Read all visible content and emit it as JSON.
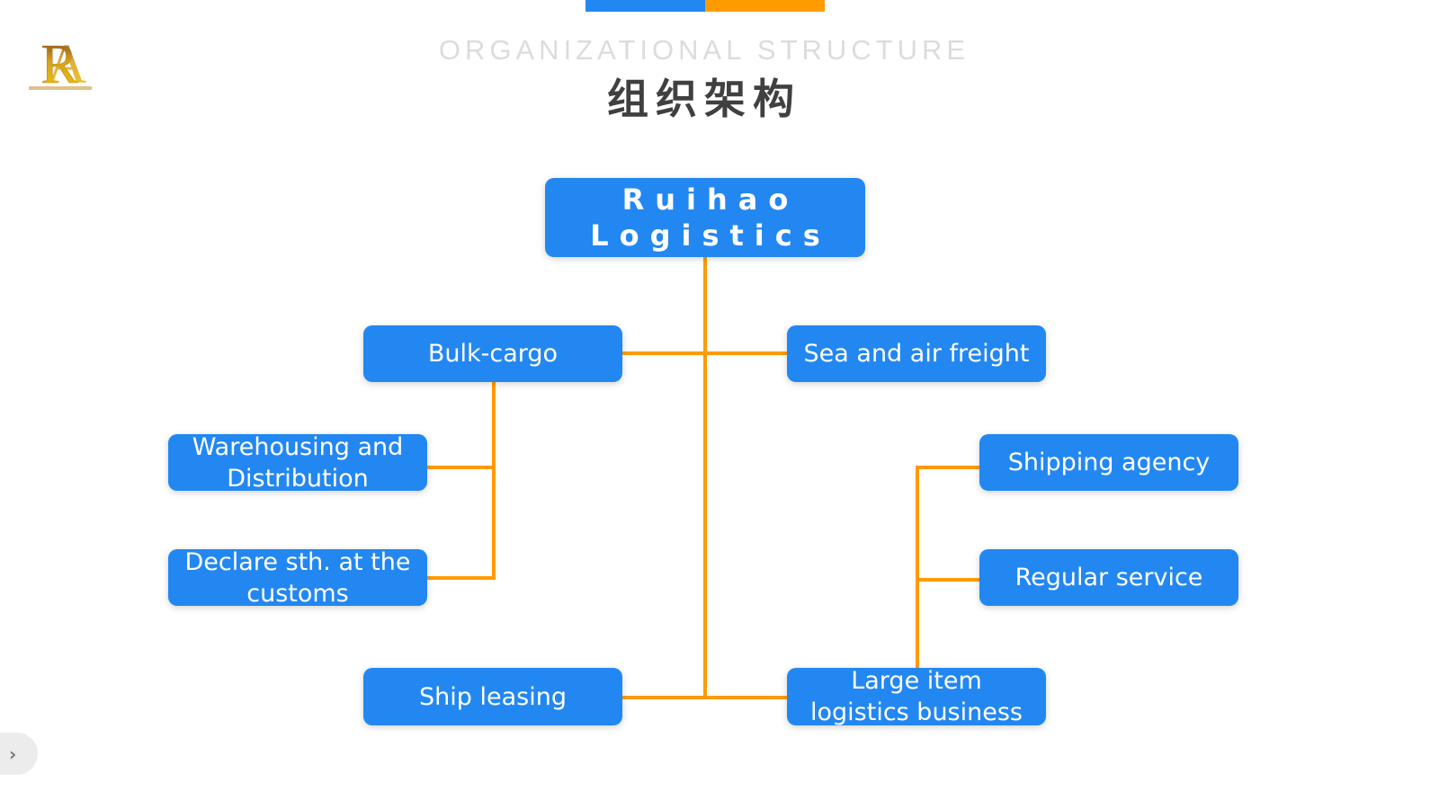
{
  "header": {
    "subtitle": "ORGANIZATIONAL STRUCTURE",
    "title": "组织架构",
    "logo_icon": "ra-monogram-logo",
    "accent_colors": {
      "blue": "#2387F2",
      "orange": "#FF9B00"
    }
  },
  "org_chart": {
    "root": {
      "line1": "Ruihao",
      "line2": "Logistics"
    },
    "branches": {
      "bulk_cargo": "Bulk-cargo",
      "sea_air": "Sea and air freight",
      "warehousing": {
        "line1": "Warehousing and",
        "line2": "Distribution"
      },
      "declare": {
        "line1": "Declare sth. at the",
        "line2": "customs"
      },
      "shipping_agency": "Shipping agency",
      "regular_service": "Regular service",
      "ship_leasing": "Ship leasing",
      "large_item": {
        "line1": "Large item",
        "line2": "logistics business"
      }
    },
    "node_color": "#2387F2",
    "connector_color": "#FF9B00"
  },
  "navigation": {
    "next_icon": "chevron-right-icon",
    "next_glyph": "›"
  }
}
